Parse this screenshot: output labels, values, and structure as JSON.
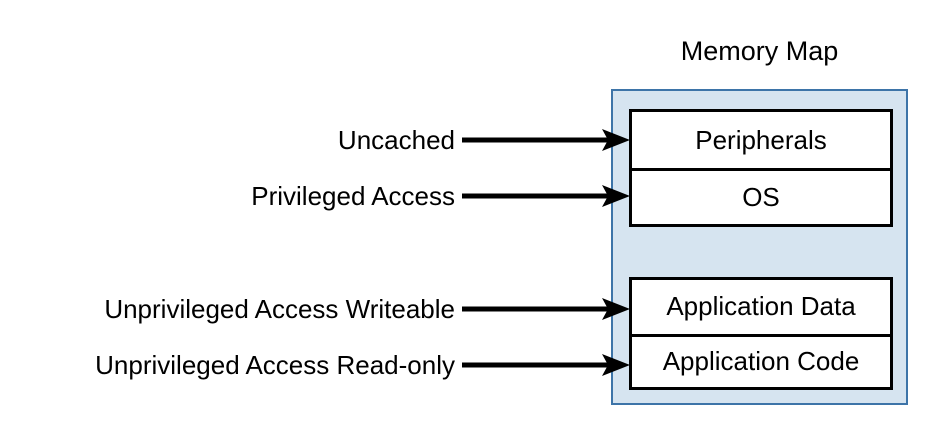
{
  "diagram": {
    "title": "Memory Map",
    "colors": {
      "container_fill": "#d6e4f0",
      "container_border": "#3d74a8",
      "region_border": "#000000",
      "region_fill": "#ffffff",
      "text": "#000000",
      "background": "#ffffff"
    },
    "region_groups": [
      {
        "name": "high-memory-group",
        "rows": [
          {
            "name": "peripherals",
            "label": "Peripherals"
          },
          {
            "name": "os",
            "label": "OS"
          }
        ]
      },
      {
        "name": "application-group",
        "rows": [
          {
            "name": "application-data",
            "label": "Application Data"
          },
          {
            "name": "application-code",
            "label": "Application Code"
          }
        ]
      }
    ],
    "annotations": [
      {
        "name": "uncached",
        "label": "Uncached",
        "points_to": "Peripherals"
      },
      {
        "name": "privileged-access",
        "label": "Privileged Access",
        "points_to": "OS"
      },
      {
        "name": "unprivileged-access-writeable",
        "label": "Unprivileged Access Writeable",
        "points_to": "Application Data"
      },
      {
        "name": "unprivileged-access-read-only",
        "label": "Unprivileged Access Read-only",
        "points_to": "Application Code"
      }
    ]
  }
}
